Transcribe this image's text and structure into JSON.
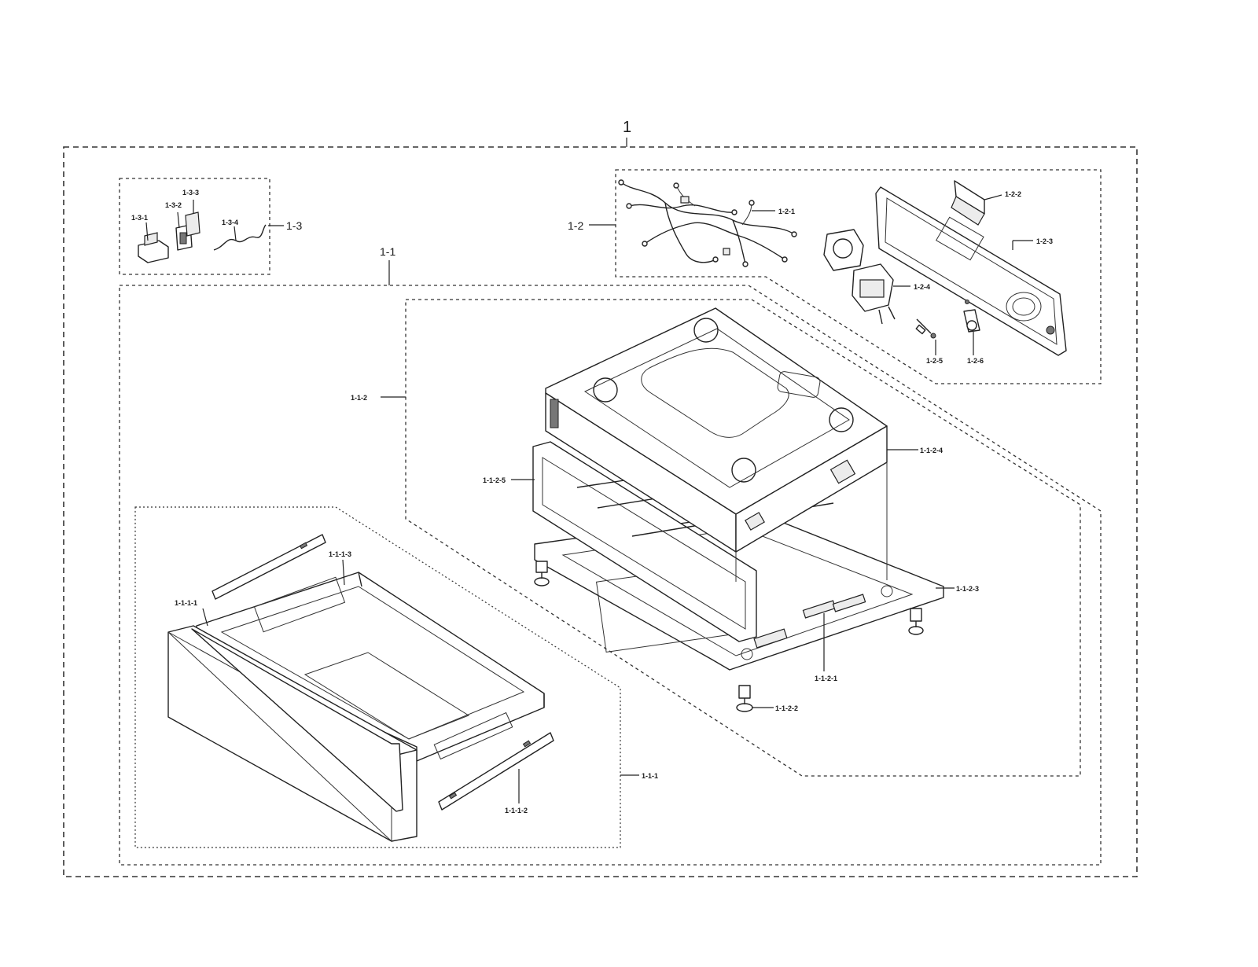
{
  "labels": {
    "l1": "1",
    "l1_1": "1-1",
    "l1_2": "1-2",
    "l1_3": "1-3",
    "l1_3_1": "1-3-1",
    "l1_3_2": "1-3-2",
    "l1_3_3": "1-3-3",
    "l1_3_4": "1-3-4",
    "l1_2_1": "1-2-1",
    "l1_2_2": "1-2-2",
    "l1_2_3": "1-2-3",
    "l1_2_4": "1-2-4",
    "l1_2_5": "1-2-5",
    "l1_2_6": "1-2-6",
    "l1_1_2": "1-1-2",
    "l1_1_2_1": "1-1-2-1",
    "l1_1_2_2": "1-1-2-2",
    "l1_1_2_3": "1-1-2-3",
    "l1_1_2_4": "1-1-2-4",
    "l1_1_2_5": "1-1-2-5",
    "l1_1_1": "1-1-1",
    "l1_1_1_1": "1-1-1-1",
    "l1_1_1_2": "1-1-1-2",
    "l1_1_1_3": "1-1-1-3"
  }
}
